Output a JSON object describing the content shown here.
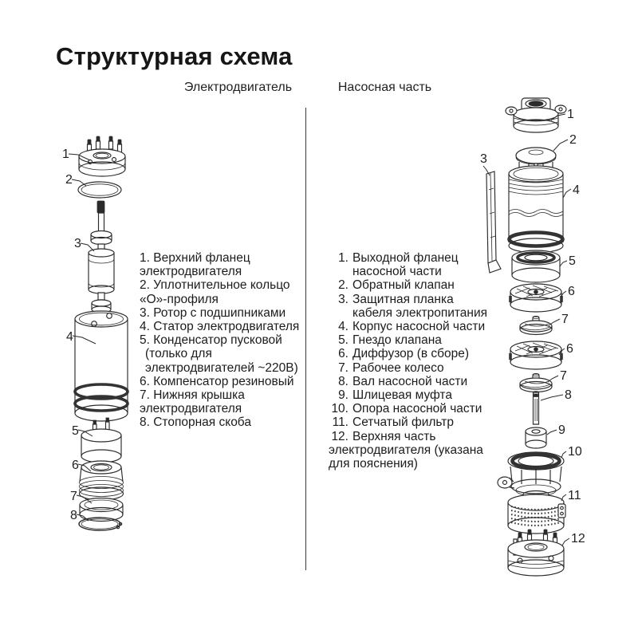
{
  "title": "Структурная схема",
  "headers": {
    "motor": "Электродвигатель",
    "pump": "Насосная часть"
  },
  "colors": {
    "ink": "#1f1f1f",
    "line": "#2b2b2b",
    "background": "#ffffff"
  },
  "motor_legend": [
    "1. Верхний фланец",
    "электродвигателя",
    "2. Уплотнительное кольцо",
    "«О»-профиля",
    "3. Ротор с подшипниками",
    "4. Статор электродвигателя",
    "5. Конденсатор пусковой",
    "(только для",
    "электродвигателей ~220В)",
    "6. Компенсатор резиновый",
    "7. Нижняя крышка",
    "электродвигателя",
    "8. Стопорная скоба"
  ],
  "pump_legend": [
    {
      "n": "1.",
      "t": "Выходной фланец"
    },
    {
      "n": "",
      "t": "насосной части"
    },
    {
      "n": "2.",
      "t": "Обратный клапан"
    },
    {
      "n": "3.",
      "t": "Защитная планка"
    },
    {
      "n": "",
      "t": "кабеля электропитания"
    },
    {
      "n": "4.",
      "t": "Корпус насосной части"
    },
    {
      "n": "5.",
      "t": "Гнездо клапана"
    },
    {
      "n": "6.",
      "t": "Диффузор (в сборе)"
    },
    {
      "n": "7.",
      "t": "Рабочее колесо"
    },
    {
      "n": "8.",
      "t": "Вал насосной части"
    },
    {
      "n": "9.",
      "t": "Шлицевая муфта"
    },
    {
      "n": "10.",
      "t": "Опора насосной части"
    },
    {
      "n": "11.",
      "t": "Сетчатый фильтр"
    },
    {
      "n": "12.",
      "t": "Верхняя часть"
    },
    {
      "n": "",
      "t": "электродвигателя (указана"
    },
    {
      "n": "",
      "t": "для пояснения)"
    }
  ],
  "motor_callouts": [
    "1",
    "2",
    "3",
    "4",
    "5",
    "6",
    "7",
    "8"
  ],
  "pump_callouts": [
    "1",
    "2",
    "3",
    "4",
    "5",
    "6",
    "7",
    "6",
    "7",
    "8",
    "9",
    "10",
    "11",
    "12"
  ]
}
